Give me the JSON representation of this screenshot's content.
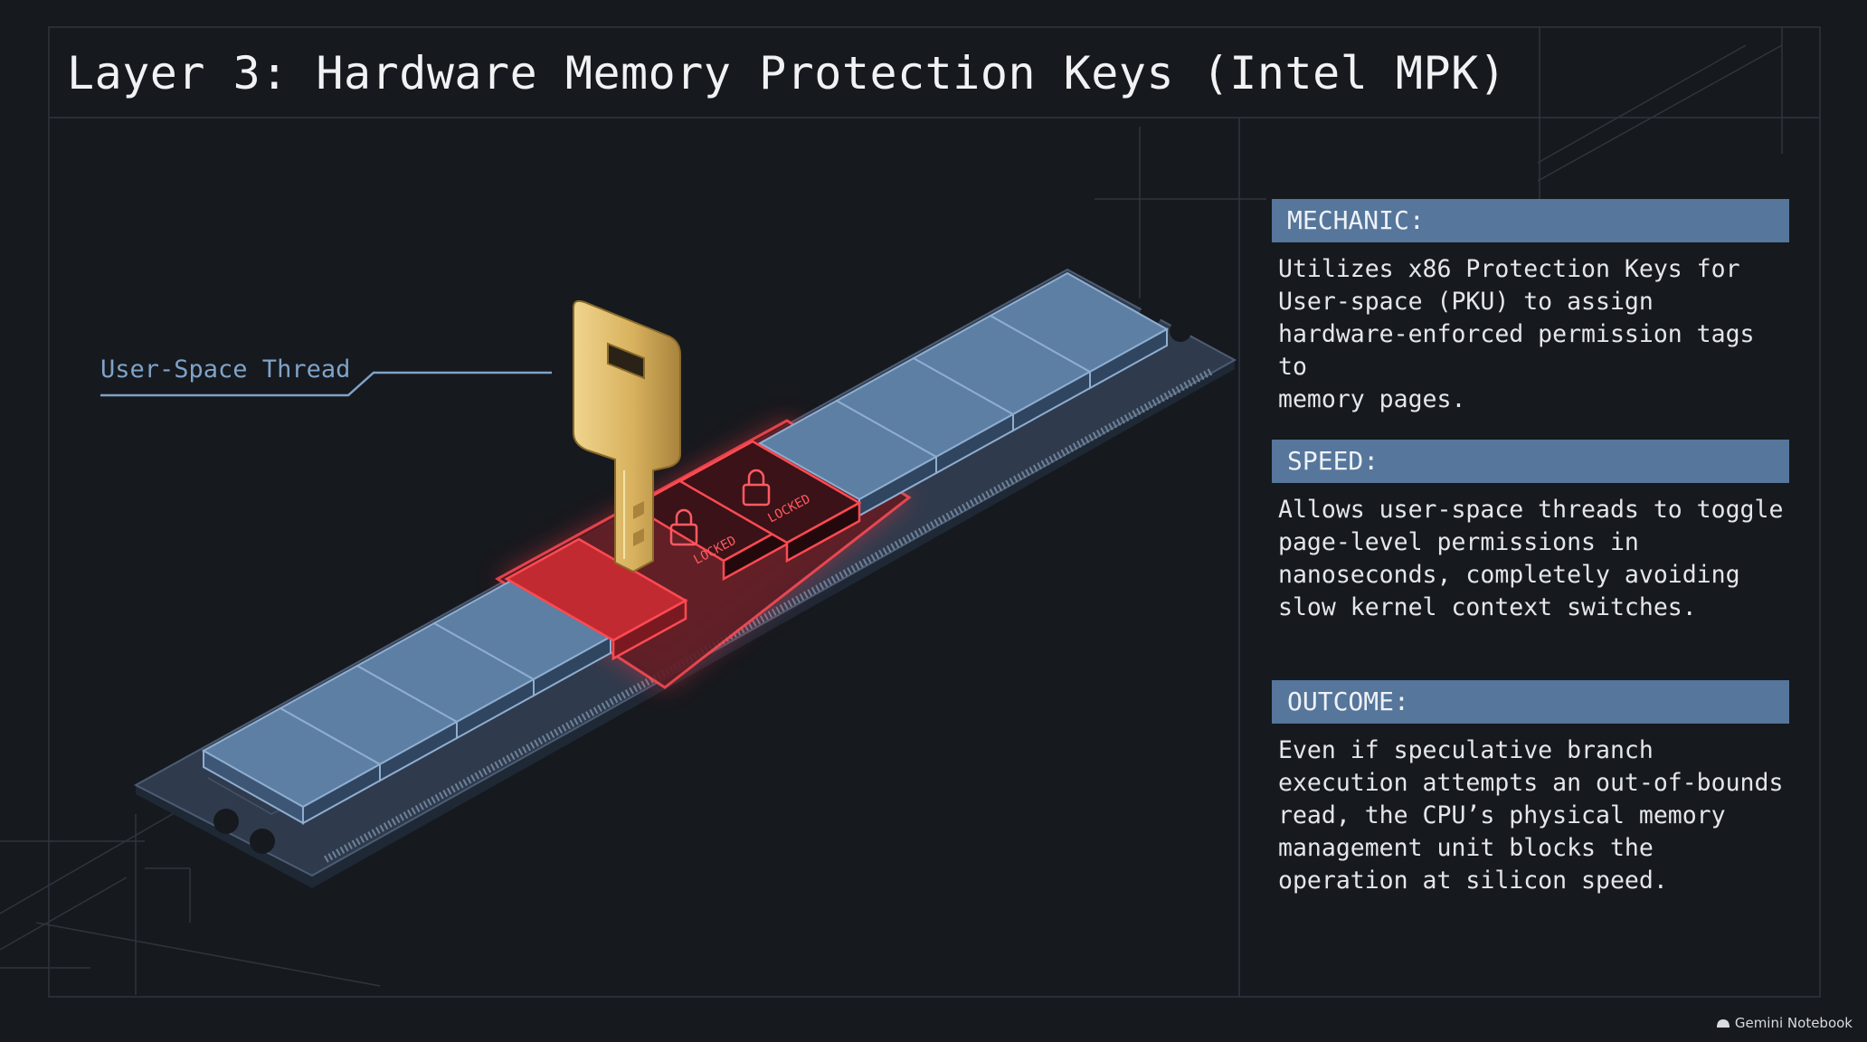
{
  "title": "Layer 3: Hardware Memory Protection Keys (Intel MPK)",
  "diagram": {
    "thread_label": "User-Space Thread",
    "chip_labels": [
      "LOCKED",
      "LOCKED"
    ],
    "icons": [
      "key-icon",
      "padlock-icon"
    ],
    "colors": {
      "background": "#16191e",
      "chip_blue": "#5d7fa4",
      "pcb": "#2f3b4d",
      "locked_red": "#e0303a",
      "key_gold": "#d8b25e"
    }
  },
  "panels": [
    {
      "header": "MECHANIC:",
      "lines": [
        "Utilizes x86 Protection Keys for",
        "User-space (PKU) to assign",
        "hardware-enforced permission tags to",
        "memory pages."
      ]
    },
    {
      "header": "SPEED:",
      "lines": [
        "Allows user-space threads to toggle",
        "page-level permissions in",
        "nanoseconds, completely avoiding",
        "slow kernel context switches."
      ]
    },
    {
      "header": "OUTCOME:",
      "lines": [
        "Even if speculative branch",
        "execution attempts an out-of-bounds",
        "read, the CPU’s physical memory",
        "management unit blocks the",
        "operation at silicon speed."
      ]
    }
  ],
  "branding": "Gemini Notebook"
}
